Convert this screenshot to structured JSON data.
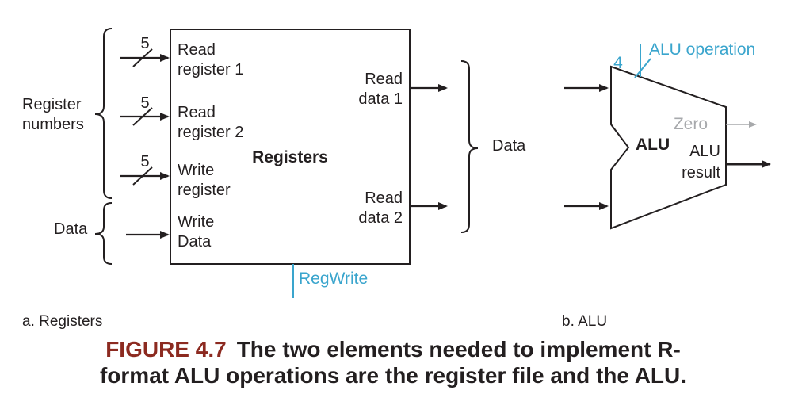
{
  "colors": {
    "ink": "#231f20",
    "accent_cyan": "#3aa5cd",
    "figure_label_red": "#8c2a20",
    "zero_gray": "#a7a9ac"
  },
  "panel_a": {
    "sublabel": "a. Registers",
    "left_groups": {
      "register_numbers_label": "Register\nnumbers",
      "data_label": "Data"
    },
    "bus_width_labels": [
      "5",
      "5",
      "5"
    ],
    "box": {
      "title": "Registers",
      "input_ports": [
        "Read\nregister 1",
        "Read\nregister 2",
        "Write\nregister",
        "Write\nData"
      ],
      "output_ports": [
        "Read\ndata 1",
        "Read\ndata 2"
      ]
    },
    "output_brace_label": "Data",
    "control_signal": "RegWrite"
  },
  "panel_b": {
    "sublabel": "b. ALU",
    "control_bus_width": "4",
    "control_signal": "ALU operation",
    "unit_label": "ALU",
    "zero_output": "Zero",
    "result_output": "ALU\nresult"
  },
  "caption": {
    "figure_number": "FIGURE 4.7",
    "text": "The two elements needed to implement R-\nformat ALU operations are the register file and the ALU."
  }
}
